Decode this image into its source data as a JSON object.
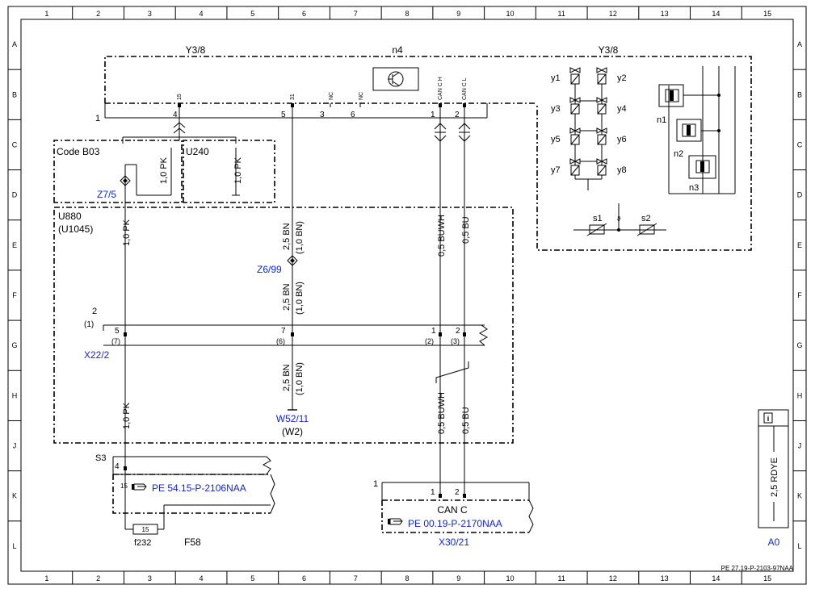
{
  "frame": {
    "columns": [
      "1",
      "2",
      "3",
      "4",
      "5",
      "6",
      "7",
      "8",
      "9",
      "10",
      "11",
      "12",
      "13",
      "14",
      "15"
    ],
    "rows": [
      "A",
      "B",
      "C",
      "D",
      "E",
      "F",
      "G",
      "H",
      "J",
      "K",
      "L"
    ],
    "doc_id": "PE 27.19-P-2103-97NAA"
  },
  "top_module": {
    "label_left": "Y3/8",
    "label_center": "n4",
    "label_right": "Y3/8",
    "conn_no": "1",
    "pins": [
      {
        "name": "15",
        "num": "4"
      },
      {
        "name": "31",
        "num": "5"
      },
      {
        "name": "NC",
        "num": "3"
      },
      {
        "name": "NC",
        "num": "6"
      },
      {
        "name": "CAN C H",
        "num": "1"
      },
      {
        "name": "CAN C L",
        "num": "2"
      }
    ],
    "valves": [
      "y1",
      "y2",
      "y3",
      "y4",
      "y5",
      "y6",
      "y7",
      "y8"
    ],
    "sensors": [
      "n1",
      "n2",
      "n3"
    ],
    "switches": [
      "s1",
      "s2"
    ],
    "temp_symbol": "ϑ"
  },
  "code_boxes": [
    {
      "label": "Code B03",
      "wire": "1,0 PK",
      "splice": "Z7/5"
    },
    {
      "label": "U240",
      "wire": "1,0 PK"
    }
  ],
  "u880": {
    "label": "U880",
    "sub": "(U1045)"
  },
  "wires": {
    "pk_top": "1,0 PK",
    "bn_top_a": "2,5 BN",
    "bn_top_b": "(1,0 BN)",
    "splice_mid": "Z6/99",
    "bn_mid_a": "2,5 BN",
    "bn_mid_b": "(1,0 BN)",
    "buwh_top": "0,5 BUWH",
    "bu_top": "0,5 BU",
    "bn_bot_a": "2,5 BN",
    "bn_bot_b": "(1,0 BN)",
    "pk_bot": "1,0 PK",
    "buwh_bot": "0,5 BUWH",
    "bu_bot": "0,5 BU"
  },
  "x22": {
    "label": "X22/2",
    "conn_a": "2",
    "conn_b": "(1)",
    "pins": [
      {
        "num": "5",
        "alt": "(7)"
      },
      {
        "num": "7",
        "alt": "(6)"
      },
      {
        "num": "1",
        "alt": "(2)"
      },
      {
        "num": "2",
        "alt": "(3)"
      }
    ]
  },
  "ground": {
    "label": "W52/11",
    "sub": "(W2)"
  },
  "fuse_box": {
    "conn": "S3",
    "pin_a": "4",
    "pin_b": "15",
    "ref": "PE 54.15-P-2106NAA",
    "fuse_label": "15",
    "fuse_name": "f232",
    "unit": "F58"
  },
  "can_box": {
    "conn": "1",
    "pin_a": "1",
    "pin_b": "2",
    "title": "CAN C",
    "ref": "PE 00.19-P-2170NAA",
    "label": "X30/21"
  },
  "a0": {
    "info_icon": "i",
    "wire": "2,5 RDYE",
    "label": "A0"
  }
}
